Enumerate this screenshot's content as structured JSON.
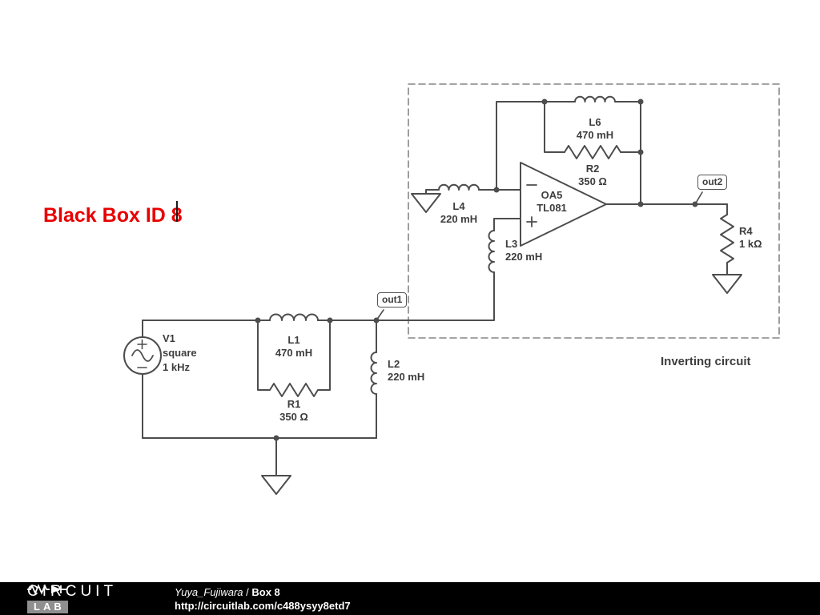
{
  "annotation": {
    "text": "Black Box ID 8"
  },
  "schematic": {
    "box_label": "Inverting circuit",
    "flags": {
      "out1": "out1",
      "out2": "out2"
    },
    "components": {
      "v1": {
        "name": "V1",
        "type": "square",
        "freq": "1 kHz"
      },
      "l1": {
        "name": "L1",
        "value": "470 mH"
      },
      "r1": {
        "name": "R1",
        "value": "350 Ω"
      },
      "l2": {
        "name": "L2",
        "value": "220 mH"
      },
      "l3": {
        "name": "L3",
        "value": "220 mH"
      },
      "l4": {
        "name": "L4",
        "value": "220 mH"
      },
      "l6": {
        "name": "L6",
        "value": "470 mH"
      },
      "r2": {
        "name": "R2",
        "value": "350 Ω"
      },
      "r4": {
        "name": "R4",
        "value": "1 kΩ"
      },
      "oa5": {
        "name": "OA5",
        "part": "TL081"
      }
    }
  },
  "footer": {
    "logo_line1": "CIRCUIT",
    "logo_line2": "LAB",
    "author": "Yuya_Fujiwara",
    "separator": " / ",
    "title": "Box 8",
    "url": "http://circuitlab.com/c488ysyy8etd7"
  },
  "colors": {
    "annotation_red": "#e80000",
    "wire_gray": "#4d4d4d",
    "footer_bg": "#000000"
  }
}
